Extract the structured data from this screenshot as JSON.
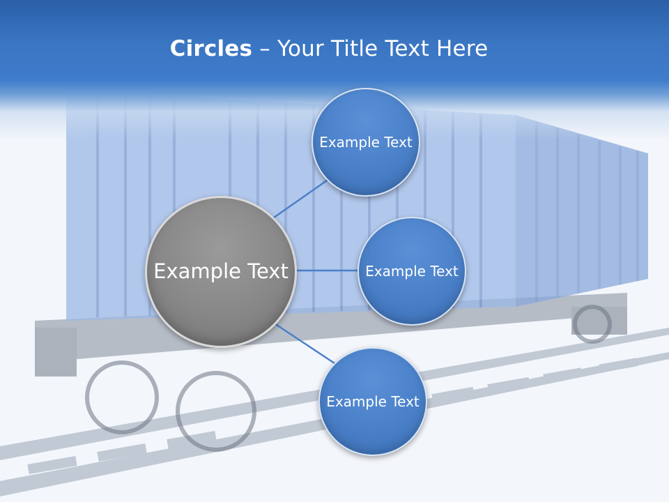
{
  "slide": {
    "title_bold": "Circles",
    "title_rest": " – Your Title Text Here",
    "center_circle": {
      "label": "Example Text"
    },
    "nodes": [
      {
        "label": "Example Text"
      },
      {
        "label": "Example Text"
      },
      {
        "label": "Example Text"
      }
    ]
  },
  "colors": {
    "header_blue": "#3a75c2",
    "node_blue": "#4a80c8",
    "center_gray": "#878787",
    "connector_blue": "#4a80c8"
  }
}
